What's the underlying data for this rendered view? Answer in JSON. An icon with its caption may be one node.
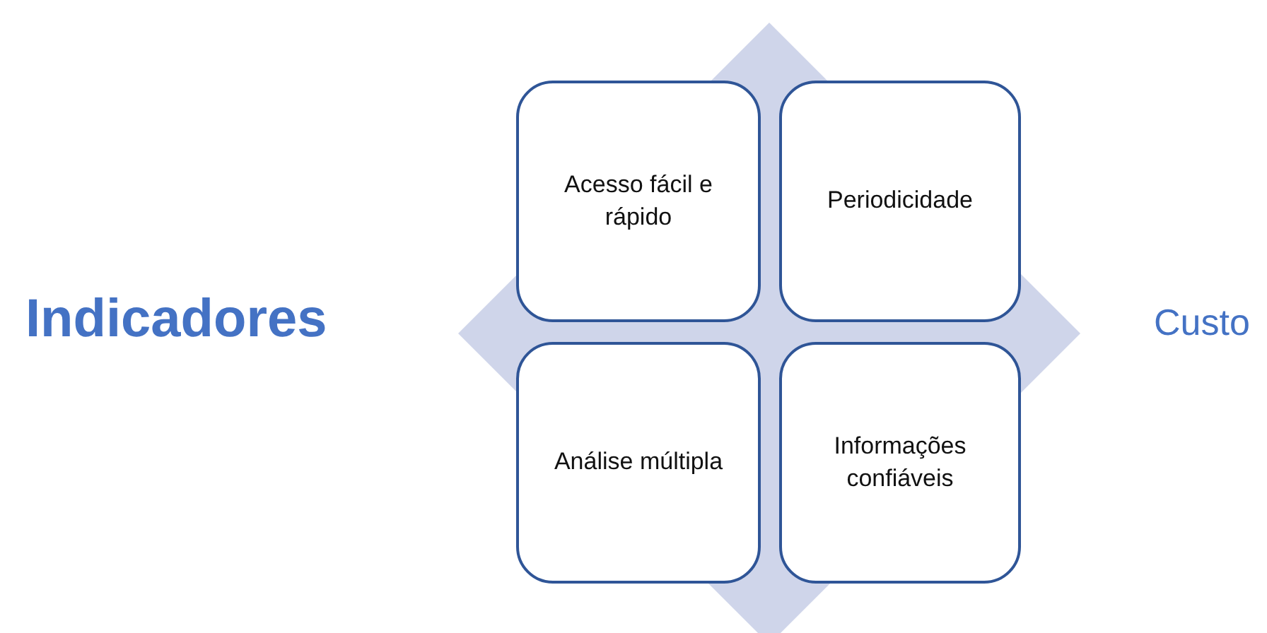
{
  "diagram": {
    "nodes": [
      {
        "text": [],
        "shape": "diamond"
      },
      {
        "text": [
          "Acesso fácil e rápido"
        ],
        "in": 0
      },
      {
        "text": [
          "Periodicidade"
        ],
        "in": 0
      },
      {
        "text": [
          "Análise múltipla"
        ],
        "in": 0
      },
      {
        "text": [
          "Informações confiáveis"
        ],
        "in": 0
      }
    ],
    "labels": [
      "Indicadores",
      "Custo"
    ]
  }
}
